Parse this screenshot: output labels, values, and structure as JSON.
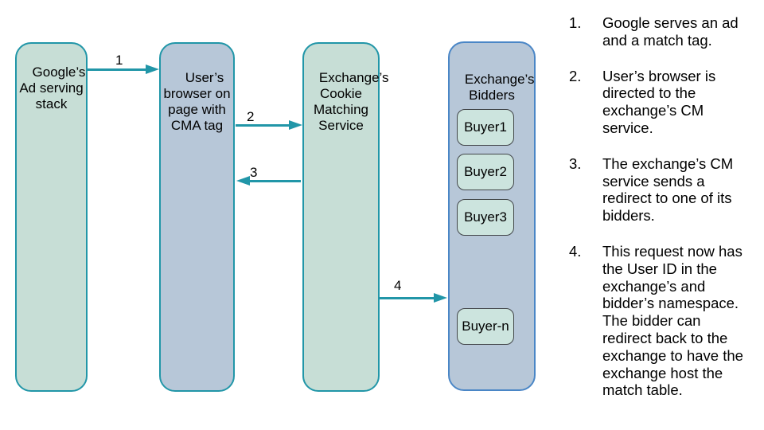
{
  "slide": {
    "nodes": [
      {
        "label": "Google’s\nAd serving\nstack"
      },
      {
        "label": "User’s\nbrowser on\npage with\nCMA tag"
      },
      {
        "label": "Exchange’s\nCookie\nMatching\nService"
      },
      {
        "label": "Exchange’s\nBidders"
      }
    ],
    "buyers": [
      "Buyer1",
      "Buyer2",
      "Buyer3",
      "Buyer-n"
    ],
    "arrow_labels": [
      "1",
      "2",
      "3",
      "4"
    ],
    "steps": [
      {
        "num": "1.",
        "text": "Google serves an ad\nand a match tag."
      },
      {
        "num": "2.",
        "text": "User’s browser is\ndirected to the\nexchange’s CM\nservice."
      },
      {
        "num": "3.",
        "text": "The exchange’s CM\nservice sends a\nredirect to one of its\nbidders."
      },
      {
        "num": "4.",
        "text": "This request now has\nthe User ID in the\nexchange’s and\nbidder’s namespace.\nThe bidder can\nredirect back to the\nexchange to have the\nexchange host the\nmatch table."
      }
    ],
    "colors": {
      "teal_accent": "#2196a8",
      "green_node_fill": "#c7ded6",
      "blue_node_fill": "#b7c7d8",
      "bidders_border": "#4a86c6",
      "buyer_fill": "#cce4de",
      "buyer_border": "#424649",
      "text": "#000000",
      "background": "#ffffff"
    }
  }
}
